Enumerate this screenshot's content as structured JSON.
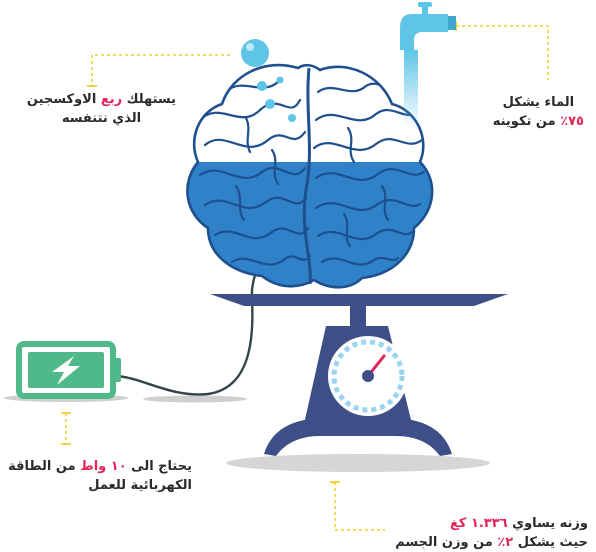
{
  "labels": {
    "oxygen_line1_start": "يستهلك ",
    "oxygen_highlight": "ربع",
    "oxygen_line1_end": " الاوكسجين",
    "oxygen_line2": "الذي نتنفسه",
    "water_line1": "الماء يشكل",
    "water_percent": "٧٥٪",
    "water_line2_end": " من تكوينه",
    "power_line1_start": "يحتاج الى ",
    "power_highlight": "١٠ واط",
    "power_line1_end": " من الطاقة",
    "power_line2": "الكهربائية للعمل",
    "weight_line1_start": "وزنه يساوي ",
    "weight_highlight": "١.٣٣٦ كغ",
    "weight_line2_start": "حيث يشكل ",
    "weight_percent": "٢٪",
    "weight_line2_end": " من وزن الجسم"
  },
  "colors": {
    "brain_blue": "#2f82c8",
    "brain_light": "#ffffff",
    "scale_navy": "#3d4f86",
    "accent_pink": "#e5245a",
    "battery_green": "#4fb98a",
    "guide_yellow": "#f2c400",
    "water_cyan": "#5ec5e6"
  },
  "icons": {
    "tap": "faucet-icon",
    "bubbles": "oxygen-bubbles-icon",
    "battery": "battery-charging-icon",
    "scale": "weighing-scale-icon",
    "brain": "brain-icon"
  }
}
